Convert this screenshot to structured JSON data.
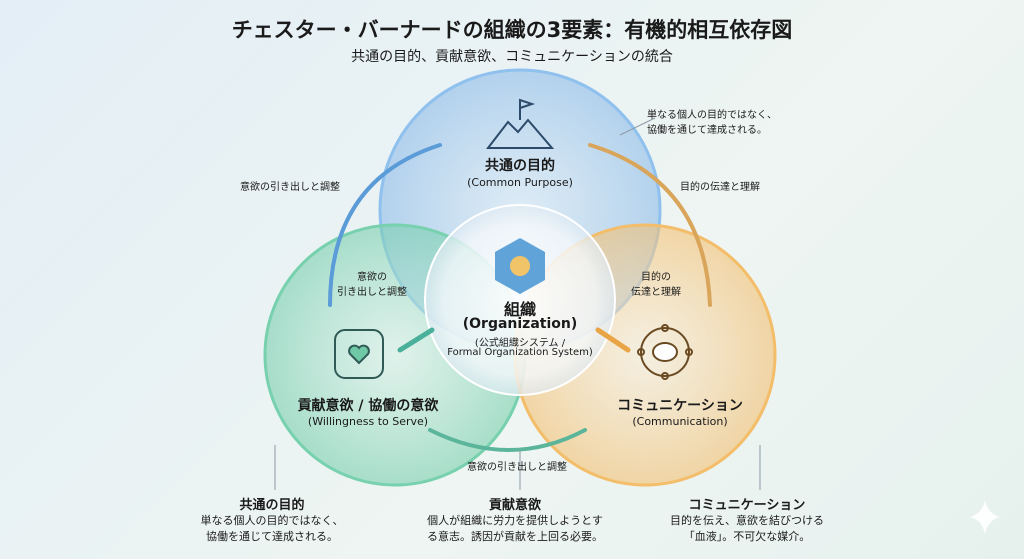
{
  "title": "チェスター・バーナードの組織の3要素：有機的相互依存図",
  "subtitle": "共通の目的、貢献意欲、コミュニケーションの統合",
  "center": {
    "label": "組織",
    "en": "(Organization)",
    "sub1": "(公式組織システム /",
    "sub2": "Formal Organization System)",
    "icon": "organization-logo-icon"
  },
  "purpose": {
    "label": "共通の目的",
    "en": "(Common Purpose)",
    "icon": "mountain-flag-icon",
    "color": "#7fb2e5"
  },
  "willingness": {
    "label": "貢献意欲 / 協働の意欲",
    "en": "(Willingness to Serve)",
    "icon": "hands-heart-icon",
    "color": "#6fc9a6"
  },
  "communication": {
    "label": "コミュニケーション",
    "en": "(Communication)",
    "icon": "network-chat-icon",
    "color": "#f2b766"
  },
  "annotations": {
    "top_right_1": "単なる個人の目的ではなく、",
    "top_right_2": "協働を通じて達成される。",
    "right_outer": "目的の伝達と理解",
    "left_outer": "意欲の引き出しと調整",
    "left_inner_1": "意欲の",
    "left_inner_2": "引き出しと調整",
    "right_inner_1": "目的の",
    "right_inner_2": "伝達と理解",
    "bottom": "意欲の引き出しと調整"
  },
  "footer": [
    {
      "heading": "共通の目的",
      "line1": "単なる個人の目的ではなく、",
      "line2": "協働を通じて達成される。"
    },
    {
      "heading": "貢献意欲",
      "line1": "個人が組織に労力を提供しようとす",
      "line2": "る意志。誘因が貢献を上回る必要。"
    },
    {
      "heading": "コミュニケーション",
      "line1": "目的を伝え、意欲を結びつける",
      "line2": "「血液」。不可欠な媒介。"
    }
  ]
}
